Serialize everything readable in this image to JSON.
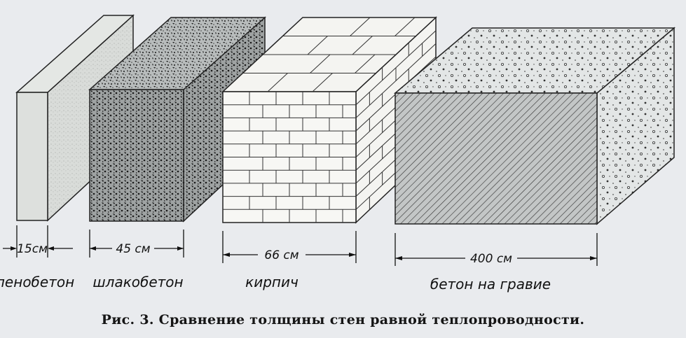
{
  "blocks": [
    {
      "thickness_label": "15см",
      "material_label": "пенобетон"
    },
    {
      "thickness_label": "45 см",
      "material_label": "шлакобетон"
    },
    {
      "thickness_label": "66 см",
      "material_label": "кирпич"
    },
    {
      "thickness_label": "400 см",
      "material_label": "бетон на гравие"
    }
  ],
  "caption": "Рис. 3. Сравнение толщины стен равной теплопроводности."
}
